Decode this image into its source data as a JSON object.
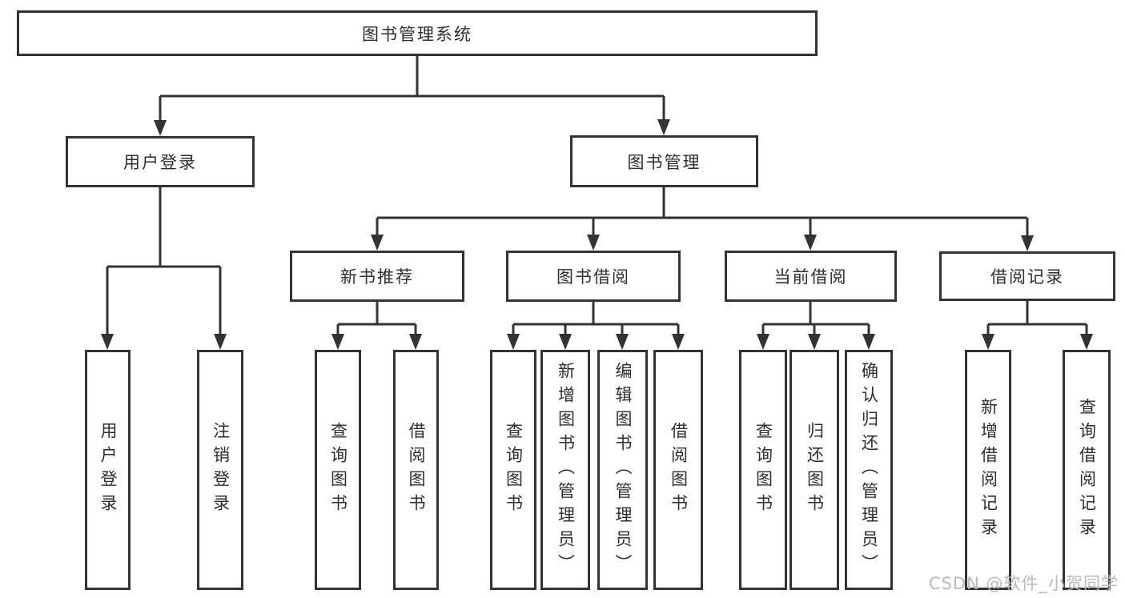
{
  "diagram": {
    "tree": {
      "label": "图书管理系统",
      "children": [
        {
          "label": "用户登录",
          "children": [
            {
              "label": "用户登录"
            },
            {
              "label": "注销登录"
            }
          ]
        },
        {
          "label": "图书管理",
          "children": [
            {
              "label": "新书推荐",
              "children": [
                {
                  "label": "查询图书"
                },
                {
                  "label": "借阅图书"
                }
              ]
            },
            {
              "label": "图书借阅",
              "children": [
                {
                  "label": "查询图书"
                },
                {
                  "label": "新增图书（管理员）"
                },
                {
                  "label": "编辑图书（管理员）"
                },
                {
                  "label": "借阅图书"
                }
              ]
            },
            {
              "label": "当前借阅",
              "children": [
                {
                  "label": "查询图书"
                },
                {
                  "label": "归还图书"
                },
                {
                  "label": "确认归还（管理员）"
                }
              ]
            },
            {
              "label": "借阅记录",
              "children": [
                {
                  "label": "新增借阅记录"
                },
                {
                  "label": "查询借阅记录"
                }
              ]
            }
          ]
        }
      ]
    },
    "watermark": "CSDN @软件_小贺同学",
    "colors": {
      "line": "#333333",
      "box_border": "#333333",
      "box_background": "#ffffff",
      "text": "#2d2d2d",
      "watermark_text": "#b9b9b9"
    }
  }
}
